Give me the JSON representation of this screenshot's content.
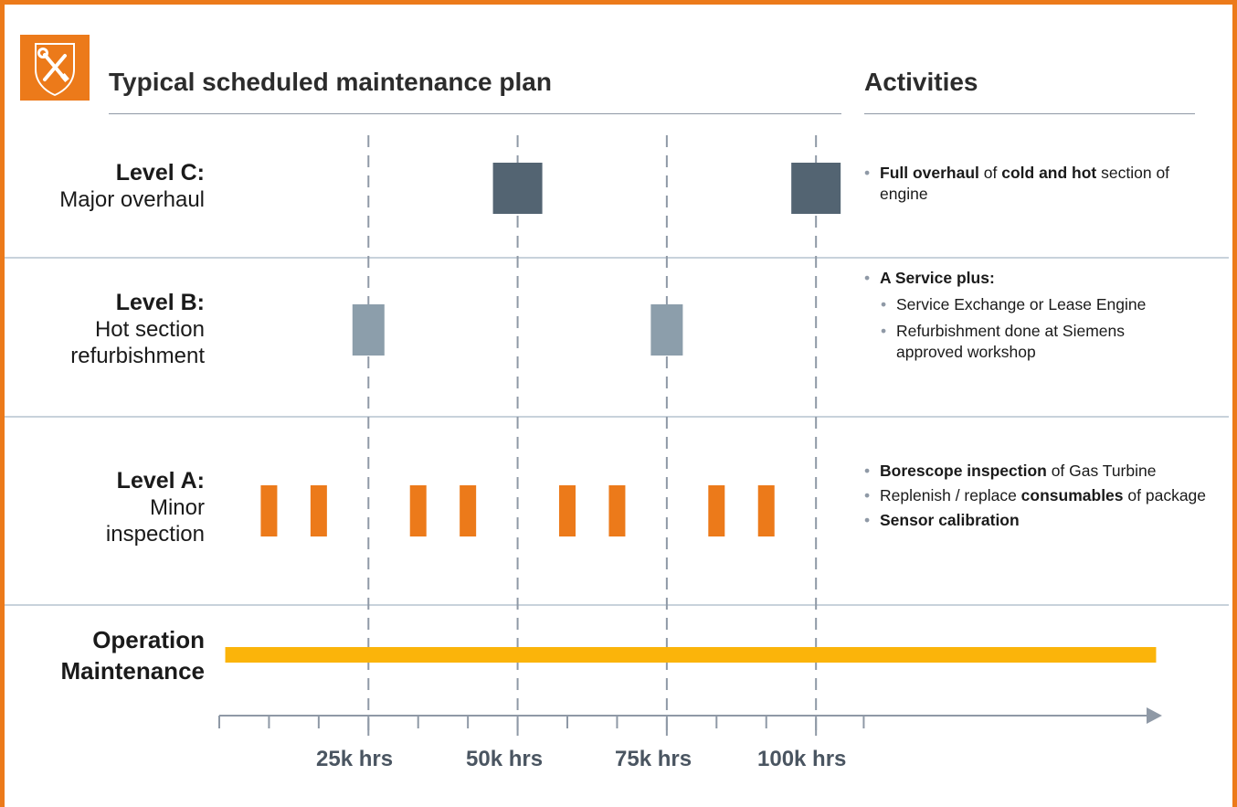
{
  "header": {
    "title": "Typical scheduled maintenance plan",
    "activities_title": "Activities",
    "icon": "tools-shield-icon"
  },
  "levels": {
    "c": {
      "title": "Level C:",
      "subtitle_lines": [
        "Major overhaul"
      ]
    },
    "b": {
      "title": "Level B:",
      "subtitle_lines": [
        "Hot section",
        "refurbishment"
      ]
    },
    "a": {
      "title": "Level A:",
      "subtitle_lines": [
        "Minor",
        "inspection"
      ]
    },
    "operation": {
      "lines": [
        "Operation",
        "Maintenance"
      ]
    }
  },
  "activities": {
    "c": [
      {
        "t": "Full overhaul",
        "b": true
      },
      {
        "t": " of ",
        "b": false
      },
      {
        "t": "cold and hot",
        "b": true
      },
      {
        "t": " section of engine",
        "b": false
      }
    ],
    "b": {
      "main": "A Service plus:",
      "subs": [
        "Service Exchange or Lease Engine",
        "Refurbishment done at Siemens approved workshop"
      ]
    },
    "a": [
      [
        {
          "t": "Borescope inspection",
          "b": true
        },
        {
          "t": " of Gas Turbine",
          "b": false
        }
      ],
      [
        {
          "t": "Replenish / replace ",
          "b": false
        },
        {
          "t": "consumables",
          "b": true
        },
        {
          "t": " of package",
          "b": false
        }
      ],
      [
        {
          "t": "Sensor calibration",
          "b": true
        }
      ]
    ]
  },
  "timeline": {
    "tick_labels": [
      "25k hrs",
      "50k hrs",
      "75k hrs",
      "100k hrs"
    ],
    "major_hours": [
      25000,
      50000,
      75000,
      100000
    ],
    "minor_hours": [
      0,
      8333,
      16667,
      33333,
      41667,
      58333,
      66667,
      83333,
      91667,
      108000
    ],
    "axis_end_hours": 158000
  },
  "events": {
    "level_c_hours": [
      50000,
      100000
    ],
    "level_b_hours": [
      25000,
      75000
    ],
    "level_a_hours": [
      8333,
      16667,
      33333,
      41667,
      58333,
      66667,
      83333,
      91667
    ],
    "operation_span_hours": [
      1000,
      157000
    ]
  },
  "colors": {
    "frame": "#ec7a1a",
    "level_c": "#536472",
    "level_b": "#8c9eab",
    "level_a": "#ec7a1a",
    "operation": "#fbb40a",
    "axis": "#8f99a6",
    "gridline": "#8f99a6"
  }
}
